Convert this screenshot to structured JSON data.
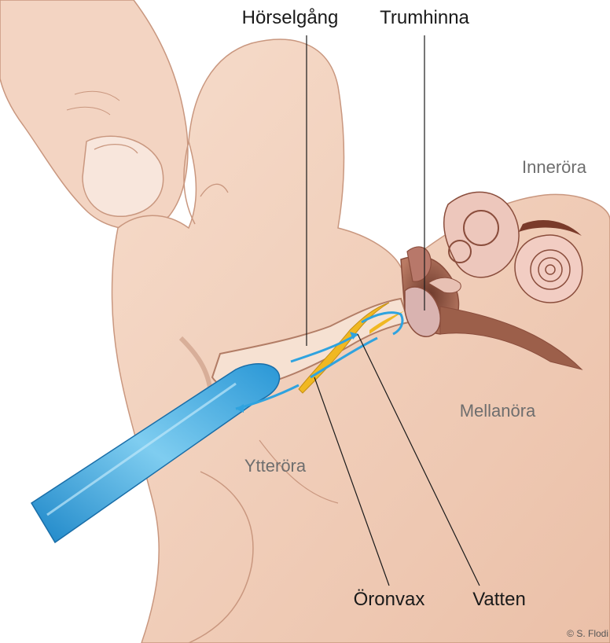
{
  "labels": {
    "ear_canal": "Hörselgång",
    "eardrum": "Trumhinna",
    "inner_ear": "Inneröra",
    "middle_ear": "Mellanöra",
    "outer_ear": "Ytteröra",
    "earwax": "Öronvax",
    "water": "Vatten"
  },
  "credit": "© S. Flodi",
  "colors": {
    "skin": "#f2d3c0",
    "skin_dark": "#e6b79f",
    "tissue": "#f3dcc7",
    "cavity": "#a86a55",
    "water": "#2fa3df",
    "wax": "#f0b822",
    "syringe": "#4db3e6"
  }
}
